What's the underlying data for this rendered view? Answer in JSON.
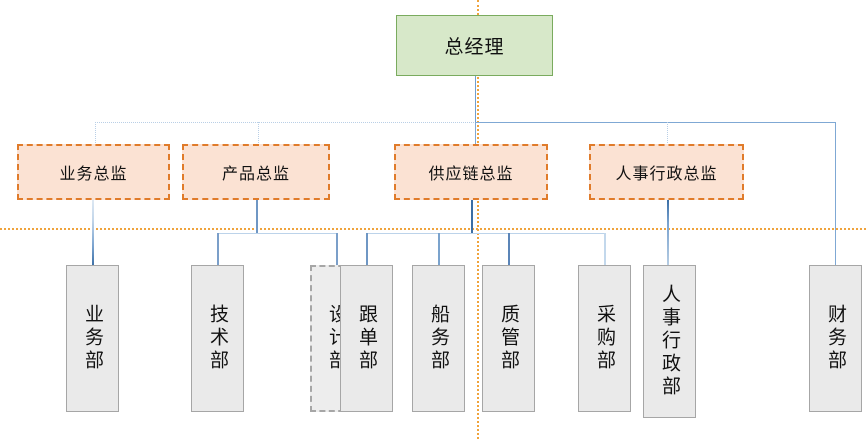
{
  "chart": {
    "type": "org-chart",
    "title": "",
    "levels": 3,
    "colors": {
      "root_fill": "#d7e8c9",
      "root_border": "#7aab5e",
      "director_fill": "#fbe2d3",
      "director_border": "#e07b2a",
      "department_fill": "#eaeaea",
      "department_border": "#a6a6a6",
      "connector": "#7fa8d4",
      "guide": "#f0a33c",
      "background": "#ffffff"
    }
  },
  "root": {
    "label": "总经理"
  },
  "directors": [
    {
      "label": "业务总监"
    },
    {
      "label": "产品总监"
    },
    {
      "label": "供应链总监"
    },
    {
      "label": "人事行政总监"
    }
  ],
  "departments": [
    {
      "label": "业务部",
      "parent": "业务总监",
      "border_style": "solid"
    },
    {
      "label": "技术部",
      "parent": "产品总监",
      "border_style": "solid"
    },
    {
      "label": "设计部",
      "parent": "产品总监",
      "border_style": "dashed"
    },
    {
      "label": "跟单部",
      "parent": "供应链总监",
      "border_style": "solid"
    },
    {
      "label": "船务部",
      "parent": "供应链总监",
      "border_style": "solid"
    },
    {
      "label": "质管部",
      "parent": "供应链总监",
      "border_style": "solid"
    },
    {
      "label": "采购部",
      "parent": "供应链总监",
      "border_style": "solid"
    },
    {
      "label": "人事行政部",
      "parent": "人事行政总监",
      "border_style": "solid"
    },
    {
      "label": "财务部",
      "parent": "总经理",
      "border_style": "solid"
    }
  ]
}
